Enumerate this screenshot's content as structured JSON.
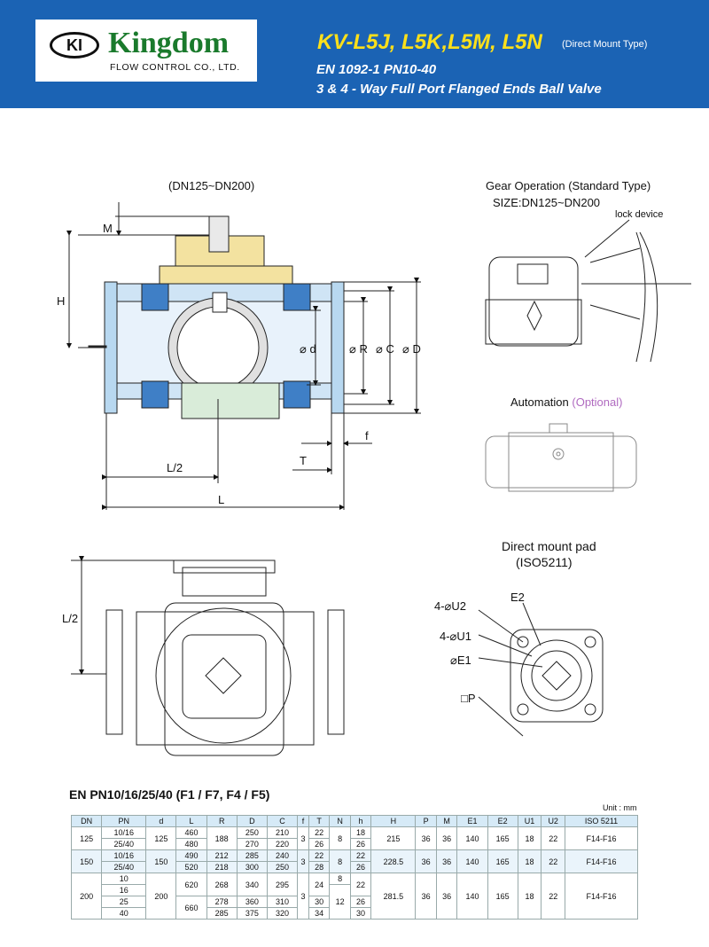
{
  "header": {
    "logo_mark": "KI",
    "company": "Kingdom",
    "company_sub": "FLOW CONTROL CO., LTD.",
    "model": "KV-L5J, L5K,L5M, L5N",
    "mount_type": "(Direct Mount Type)",
    "standard": "EN 1092-1 PN10-40",
    "description": "3 & 4 - Way Full Port Flanged Ends Ball Valve"
  },
  "drawing": {
    "size_range": "(DN125~DN200)",
    "dims": {
      "M": "M",
      "H": "H",
      "d": "⌀ d",
      "R": "⌀ R",
      "C": "⌀ C",
      "D": "⌀ D",
      "f": "f",
      "T": "T",
      "L2": "L/2",
      "L": "L",
      "L2v": "L/2"
    }
  },
  "gear": {
    "title": "Gear Operation (Standard Type)",
    "size": "SIZE:DN125~DN200",
    "lock": "lock device"
  },
  "automation": {
    "label": "Automation",
    "optional": "(Optional)"
  },
  "pad": {
    "title": "Direct mount pad",
    "iso": "(ISO5211)",
    "U2": "4-⌀U2",
    "E2": "E2",
    "U1": "4-⌀U1",
    "E1": "⌀E1",
    "P": "□P"
  },
  "table": {
    "title": "EN PN10/16/25/40 (F1 / F7, F4 / F5)",
    "unit": "Unit : mm",
    "headers": [
      "DN",
      "PN",
      "d",
      "L",
      "R",
      "D",
      "C",
      "f",
      "T",
      "N",
      "h",
      "H",
      "P",
      "M",
      "E1",
      "E2",
      "U1",
      "U2",
      "ISO 5211"
    ],
    "r125": {
      "dn": "125",
      "pn": [
        "10/16",
        "25/40"
      ],
      "d": "125",
      "L": [
        "460",
        "480"
      ],
      "R": "188",
      "D": [
        "250",
        "270"
      ],
      "C": [
        "210",
        "220"
      ],
      "f": "3",
      "T": [
        "22",
        "26"
      ],
      "N": "8",
      "h": [
        "18",
        "26"
      ],
      "H": "215",
      "P": "36",
      "M": "36",
      "E1": "140",
      "E2": "165",
      "U1": "18",
      "U2": "22",
      "iso": "F14-F16"
    },
    "r150": {
      "dn": "150",
      "pn": [
        "10/16",
        "25/40"
      ],
      "d": "150",
      "L": [
        "490",
        "520"
      ],
      "R": [
        "212",
        "218"
      ],
      "D": [
        "285",
        "300"
      ],
      "C": [
        "240",
        "250"
      ],
      "f": "3",
      "T": [
        "22",
        "28"
      ],
      "N": "8",
      "h": [
        "22",
        "26"
      ],
      "H": "228.5",
      "P": "36",
      "M": "36",
      "E1": "140",
      "E2": "165",
      "U1": "18",
      "U2": "22",
      "iso": "F14-F16"
    },
    "r200": {
      "dn": "200",
      "pn": [
        "10",
        "16",
        "25",
        "40"
      ],
      "d": "200",
      "L": [
        "620",
        "660"
      ],
      "R": [
        "268",
        "278",
        "285"
      ],
      "D": [
        "340",
        "360",
        "375"
      ],
      "C": [
        "295",
        "310",
        "320"
      ],
      "f": "3",
      "T": [
        "24",
        "30",
        "34"
      ],
      "N": [
        "8",
        "12"
      ],
      "h": [
        "22",
        "26",
        "30"
      ],
      "H": "281.5",
      "P": "36",
      "M": "36",
      "E1": "140",
      "E2": "165",
      "U1": "18",
      "U2": "22",
      "iso": "F14-F16"
    }
  },
  "colors": {
    "header": "#1b63b4",
    "accent_yellow": "#fde01a",
    "logo_green": "#1a7a2c",
    "body_blue": "#b8d8f0",
    "bonnet": "#f3e2a0",
    "seat": "#3f7fc6",
    "optional": "#b06ac0"
  }
}
